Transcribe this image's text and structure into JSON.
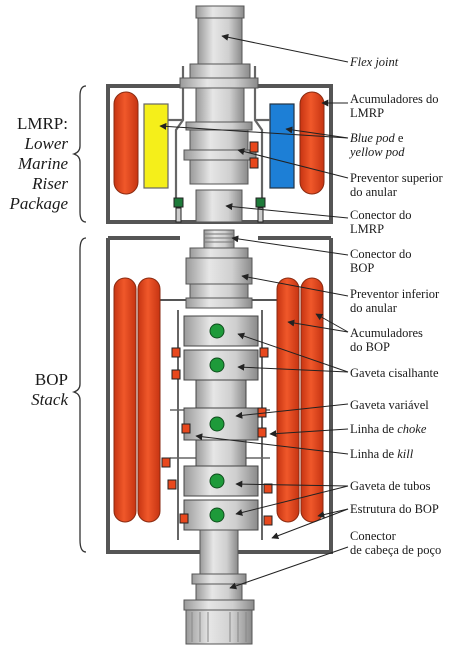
{
  "groups": {
    "lmrp": {
      "line1": "LMRP:",
      "line2": "Lower",
      "line3": "Marine",
      "line4": "Riser",
      "line5": "Package"
    },
    "bop": {
      "line1": "BOP",
      "line2": "Stack"
    }
  },
  "labels": {
    "flex_joint": "Flex joint",
    "acumuladores_lmrp_1": "Acumuladores do",
    "acumuladores_lmrp_2": "LMRP",
    "pods_1a": "Blue pod",
    "pods_1b": " e",
    "pods_2": "yellow pod",
    "preventor_sup_1": "Preventor superior",
    "preventor_sup_2": "do anular",
    "conector_lmrp_1": "Conector do",
    "conector_lmrp_2": "LMRP",
    "conector_bop_1": "Conector do",
    "conector_bop_2": "BOP",
    "preventor_inf_1": "Preventor inferior",
    "preventor_inf_2": "do anular",
    "acumuladores_bop_1": "Acumuladores",
    "acumuladores_bop_2": "do BOP",
    "gaveta_cisalhante": "Gaveta cisalhante",
    "gaveta_variavel": "Gaveta variável",
    "linha_choke_a": "Linha de ",
    "linha_choke_b": "choke",
    "linha_kill_a": "Linha de ",
    "linha_kill_b": "kill",
    "gaveta_tubos": "Gaveta de tubos",
    "estrutura_bop": "Estrutura do BOP",
    "conector_cabeca_1": "Conector",
    "conector_cabeca_2": "de cabeça de poço"
  },
  "colors": {
    "accumulator": "#e8481d",
    "blue_pod": "#1d7fd6",
    "yellow_pod": "#f5ef1a",
    "ram_green": "#1e9a3a",
    "steel": "#c9c9c9",
    "frame": "#555555"
  }
}
